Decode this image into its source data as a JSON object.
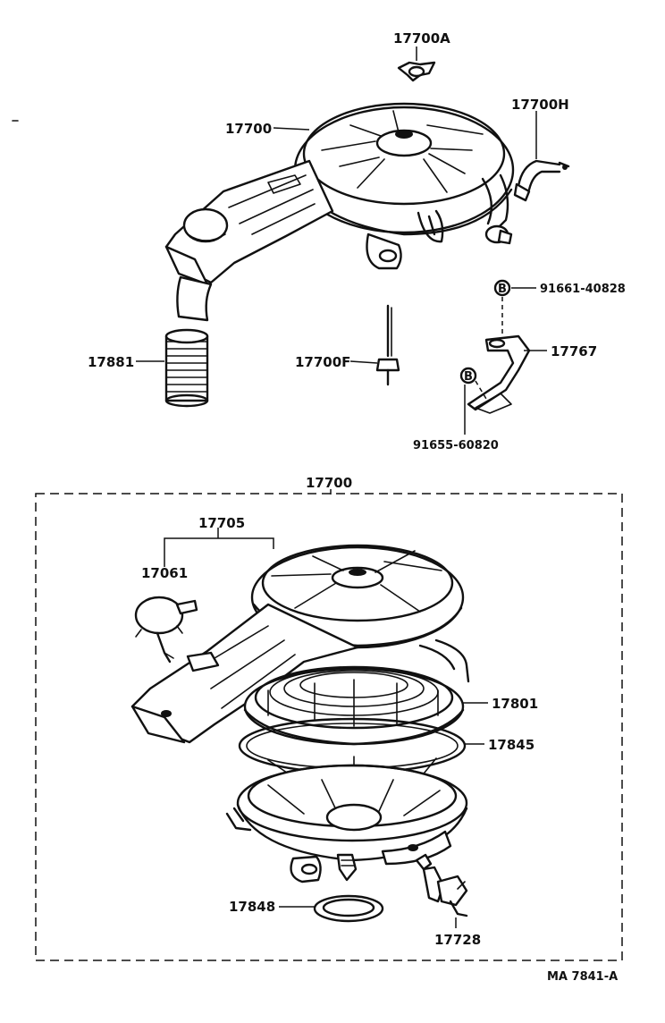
{
  "diagram_code": "MA  7841-A",
  "callouts": {
    "top_wing_nut": "17700A",
    "top_housing": "17700",
    "top_hose": "17700H",
    "bracket_bolt": "91661-40828",
    "bracket": "17767",
    "intake_hose": "17881",
    "stud_bolt": "17700F",
    "bracket_nut": "91655-60820",
    "box_assembly": "17700",
    "cap_subassembly": "17705",
    "vacuum_motor": "17061",
    "element": "17801",
    "gasket_ring": "17845",
    "seal_gasket": "17848",
    "sensor_valve": "17728"
  },
  "circle_marks": {
    "upper": "B",
    "lower": "B"
  }
}
